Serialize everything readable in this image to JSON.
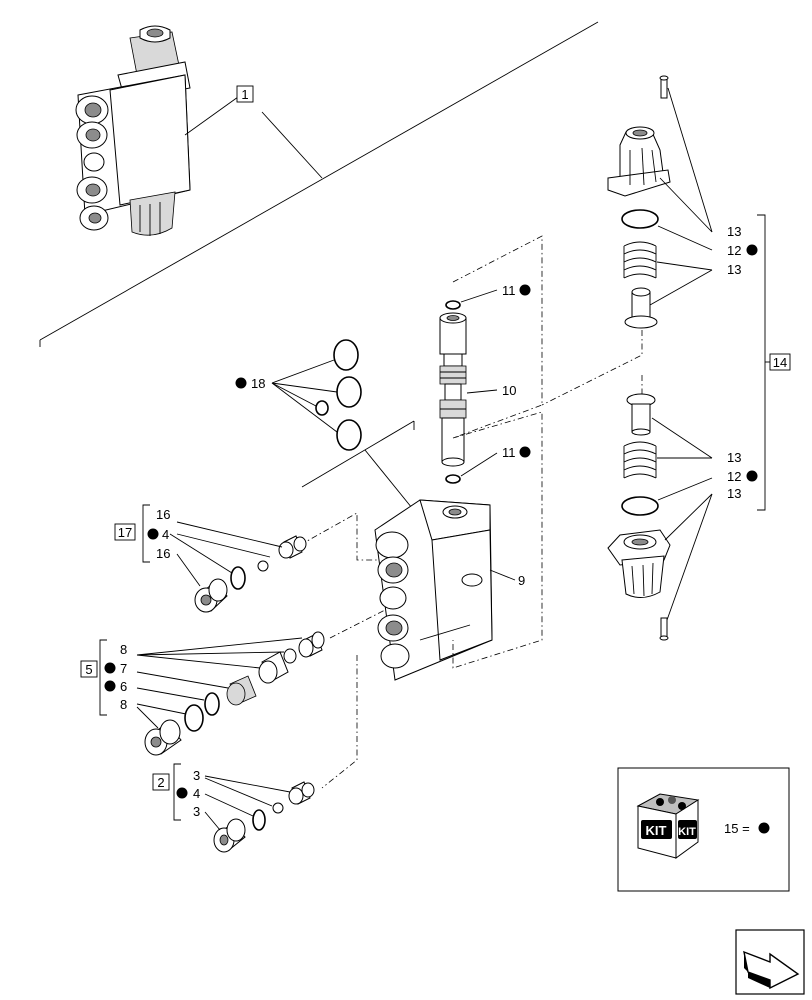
{
  "diagram": {
    "item_labels": {
      "l1": "1",
      "l2": "2",
      "l5": "5",
      "l14": "14",
      "l17": "17",
      "n3a": "3",
      "n3b": "3",
      "n4a": "4",
      "n4b": "4",
      "n6": "6",
      "n7": "7",
      "n8a": "8",
      "n8b": "8",
      "n9": "9",
      "n10": "10",
      "n11a": "11",
      "n11b": "11",
      "n12a": "12",
      "n12b": "12",
      "n13a": "13",
      "n13b": "13",
      "n13c": "13",
      "n13d": "13",
      "n16a": "16",
      "n16b": "16",
      "n18": "18"
    },
    "kit": {
      "box_text_1": "KIT",
      "box_text_2": "KIT",
      "legend": "15 ="
    },
    "icons": {
      "kit_box": "kit-box-icon",
      "kit_symbol": "filled-circle-icon",
      "nav": "next-page-arrow-icon"
    }
  }
}
